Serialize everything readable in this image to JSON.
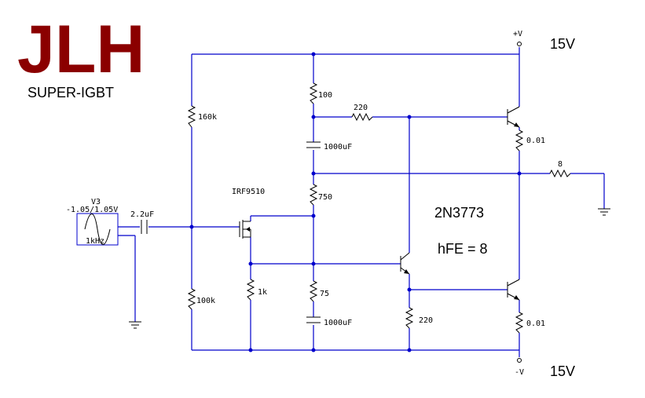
{
  "title": "JLH",
  "subtitle": "SUPER-IGBT",
  "colors": {
    "wire": "#0000cc",
    "title": "#8b0000",
    "component": "#000000"
  },
  "source": {
    "name": "V3",
    "amplitude": "-1.05/1.05V",
    "frequency": "1kHz"
  },
  "input_cap": "2.2uF",
  "resistors": {
    "r_bias_top": "160k",
    "r_bias_bottom": "100k",
    "r_100": "100",
    "r_220_top": "220",
    "r_750": "750",
    "r_75": "75",
    "r_1k": "1k",
    "r_220_bottom": "220",
    "r_emitter_top": "0.01",
    "r_emitter_bottom": "0.01",
    "r_load": "8"
  },
  "capacitors": {
    "c_top": "1000uF",
    "c_bottom": "1000uF"
  },
  "mosfet": "IRF9510",
  "transistor_note": {
    "part": "2N3773",
    "gain": "hFE = 8"
  },
  "supplies": {
    "pos_node": "+V",
    "pos_value": "15V",
    "neg_node": "-V",
    "neg_value": "15V"
  }
}
